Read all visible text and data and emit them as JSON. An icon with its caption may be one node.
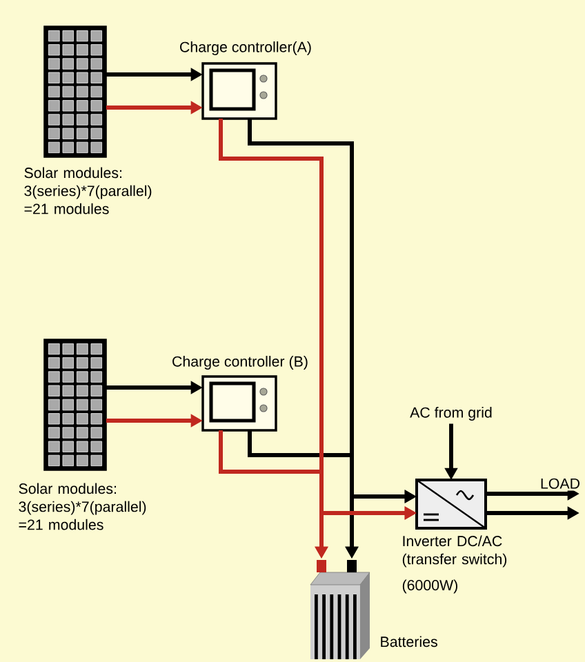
{
  "diagram": {
    "nodes": [
      {
        "text": [],
        "shape": "picture",
        "beside": [
          "Solar modules: 3(series)*7(parallel) =21 modules"
        ]
      },
      {
        "text": [
          "Charge controller(A)"
        ]
      },
      {
        "text": [],
        "shape": "picture",
        "beside": [
          "Solar modules: 3(series)*7(parallel) =21 modules"
        ]
      },
      {
        "text": [
          "Charge controller (B)"
        ]
      },
      {
        "text": [
          "AC from grid"
        ]
      },
      {
        "text": [],
        "shape": "picture",
        "beside": [
          "Inverter DC/AC (transfer switch)",
          "(6000W)"
        ]
      },
      {
        "text": [],
        "shape": "picture",
        "beside": [
          "Batteries"
        ]
      }
    ],
    "edges": [
      {
        "from": 0,
        "to": 1,
        "arrow": "to"
      },
      {
        "from": 0,
        "to": 1,
        "arrow": "to",
        "color": "#c0281f"
      },
      {
        "from": 2,
        "to": 3,
        "arrow": "to"
      },
      {
        "from": 2,
        "to": 3,
        "arrow": "to",
        "color": "#c0281f"
      },
      {
        "from": 1,
        "to": 6,
        "arrow": "to"
      },
      {
        "from": 1,
        "to": 5,
        "arrow": "to"
      },
      {
        "from": 3,
        "to": 6,
        "arrow": "to"
      },
      {
        "from": 3,
        "to": 5,
        "arrow": "to"
      },
      {
        "from": 1,
        "to": 6,
        "arrow": "to",
        "color": "#c0281f"
      },
      {
        "from": 1,
        "to": 5,
        "arrow": "to",
        "color": "#c0281f"
      },
      {
        "from": 3,
        "to": 6,
        "arrow": "to",
        "color": "#c0281f"
      },
      {
        "from": 3,
        "to": 5,
        "arrow": "to",
        "color": "#c0281f"
      },
      {
        "from": 4,
        "to": 5,
        "arrow": "to"
      },
      {
        "from": 5,
        "to": null,
        "arrow": "to",
        "label": "LOAD"
      },
      {
        "from": 5,
        "to": null,
        "arrow": "to"
      }
    ]
  }
}
